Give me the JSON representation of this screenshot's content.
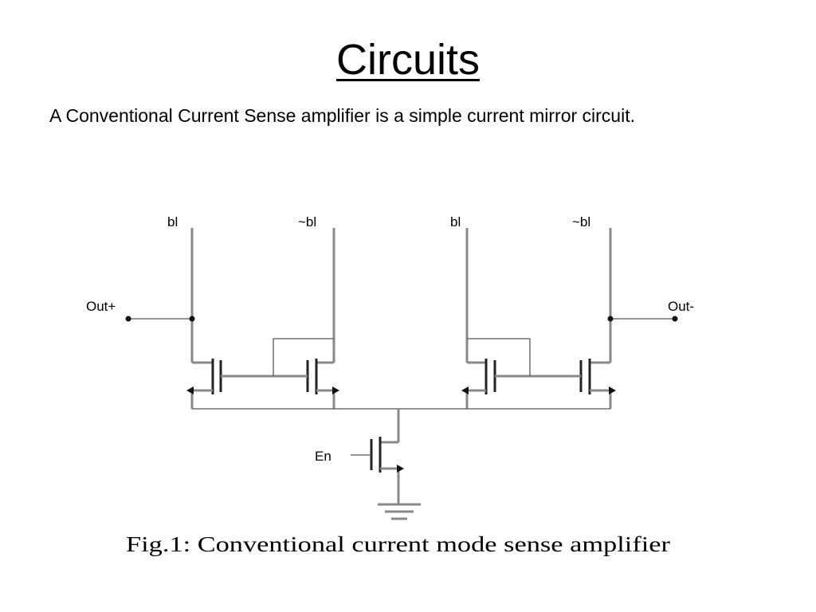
{
  "slide": {
    "title": "Circuits",
    "body": "A Conventional Current Sense amplifier is a simple current mirror circuit."
  },
  "diagram": {
    "labels": {
      "bl_1": "bl",
      "nbl_1": "~bl",
      "bl_2": "bl",
      "nbl_2": "~bl",
      "out_plus": "Out+",
      "out_minus": "Out-",
      "en": "En"
    },
    "caption": "Fig.1: Conventional current mode sense amplifier"
  }
}
